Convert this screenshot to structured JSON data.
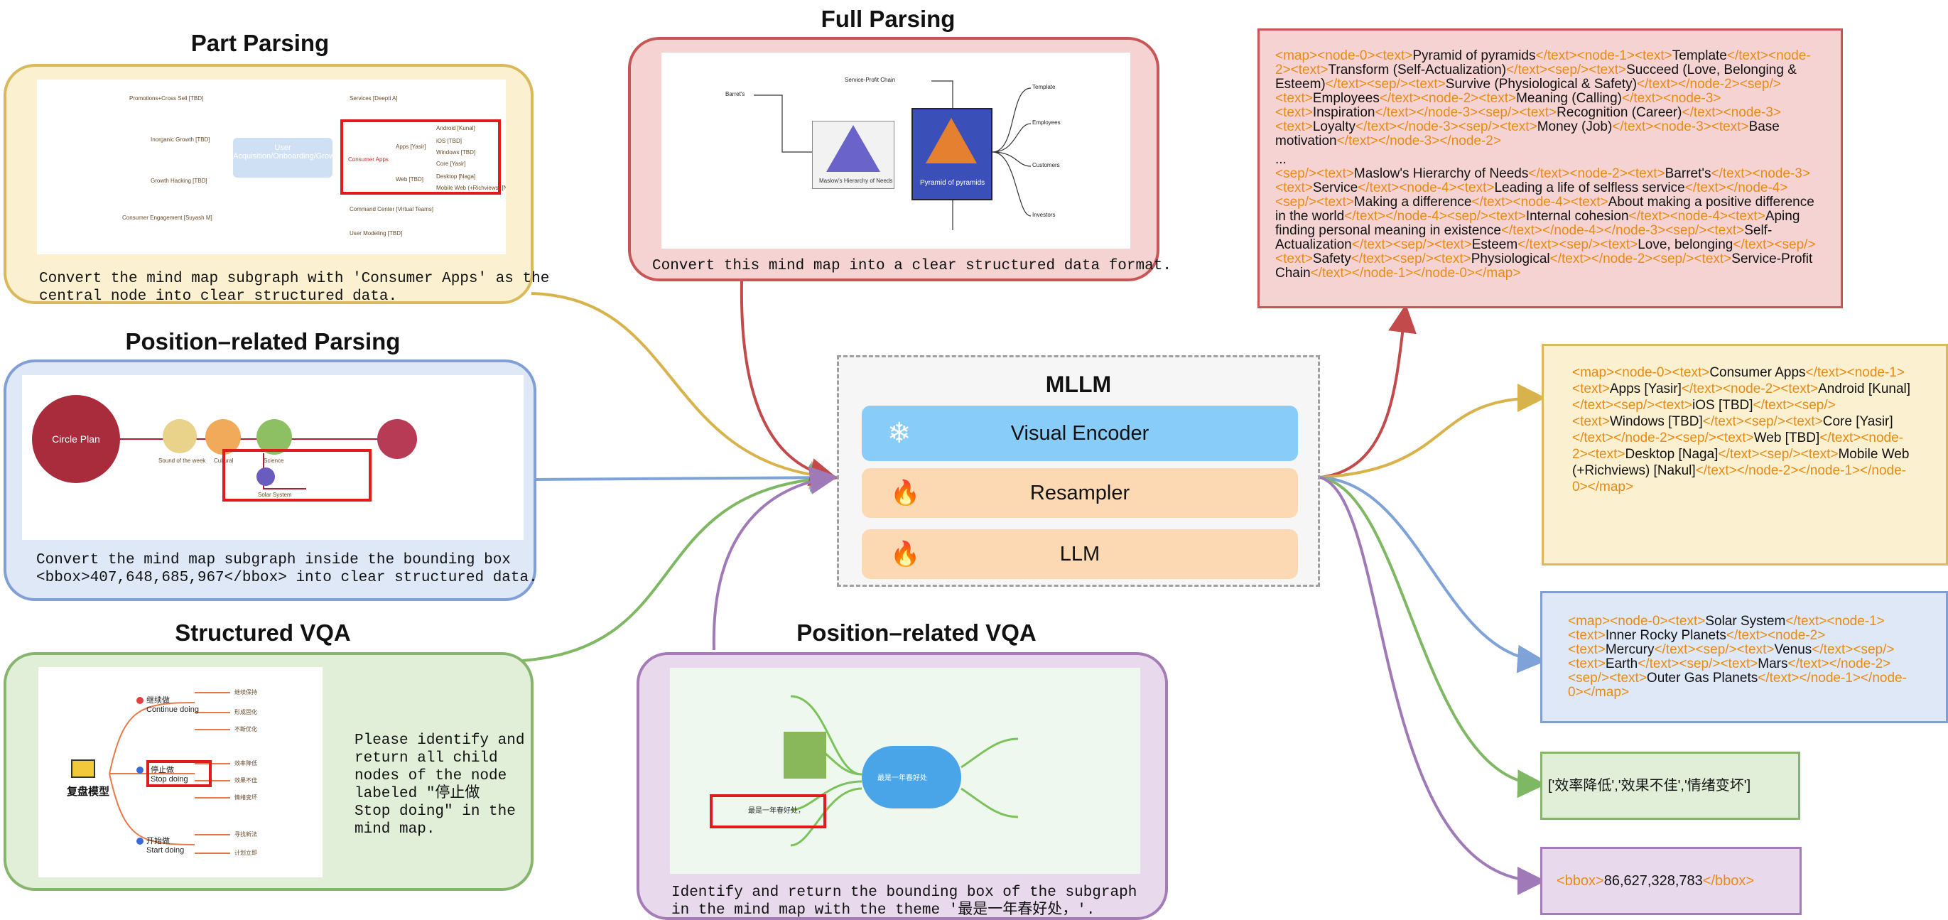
{
  "titles": {
    "part_parsing": "Part Parsing",
    "full_parsing": "Full Parsing",
    "position_parsing": "Position–related Parsing",
    "structured_vqa": "Structured VQA",
    "position_vqa": "Position–related VQA"
  },
  "prompts": {
    "part_parsing": "Convert the mind map subgraph with 'Consumer Apps' as the\ncentral node into clear structured data.",
    "full_parsing": "Convert this mind map into a clear structured data format.",
    "position_parsing": "Convert the mind map subgraph inside the bounding box\n<bbox>407,648,685,967</bbox> into clear structured data.",
    "structured_vqa": "Please identify and\nreturn all child\nnodes of the node\nlabeled \"停止做\nStop doing\" in the\nmind map.",
    "position_vqa": "Identify and return the bounding box of the subgraph\nin the mind map with the theme '最是一年春好处，'."
  },
  "mllm": {
    "title": "MLLM",
    "visual_encoder": "Visual Encoder",
    "resampler": "Resampler",
    "llm": "LLM",
    "frozen_icon": "❄",
    "train_icon": "🔥"
  },
  "outputs": {
    "full": [
      [
        "<map><node-0><text>",
        "Pyramid of pyramids",
        "</text><node-1><text>",
        "Template",
        "</text><node-2><text>",
        "Transform (Self-Actualization)",
        "</text><sep/><text>",
        "Succeed (Love, Belonging & Esteem)",
        "</text><sep/><text>",
        "Survive (Physiological & Safety)",
        "</text></node-2><sep/><text>",
        "Employees",
        "</text><node-2><text>",
        "Meaning (Calling)",
        "</text><node-3><text>",
        "Inspiration",
        "</text></node-3><sep/><text>",
        "Recognition (Career)",
        "</text><node-3><text>",
        "Loyalty",
        "</text></node-3><sep/><text>",
        "Money (Job)",
        "</text><node-3><text>",
        "Base motivation",
        "</text></node-3></node-2>"
      ],
      [
        "..."
      ],
      [
        "<sep/><text>",
        "Maslow's Hierarchy of Needs",
        "</text><node-2><text>",
        "Barret's",
        "</text><node-3><text>",
        "Service",
        "</text><node-4><text>",
        "Leading a life of selfless service",
        "</text></node-4><sep/><text>",
        "Making a difference",
        "</text><node-4><text>",
        "About making a positive difference in the world",
        "</text></node-4><sep/><text>",
        "Internal cohesion",
        "</text><node-4><text>",
        "Aping finding personal meaning in existence",
        "</text></node-4></node-3><sep/><text>",
        "Self-Actualization",
        "</text><sep/><text>",
        "Esteem",
        "</text><sep/><text>",
        "Love, belonging",
        "</text><sep/><text>",
        "Safety",
        "</text><sep/><text>",
        "Physiological",
        "</text></node-2><sep/><text>",
        "Service-Profit Chain",
        "</text></node-1></node-0></map>"
      ]
    ],
    "part": [
      "<map><node-0><text>",
      "Consumer Apps",
      "</text><node-1><text>",
      "Apps [Yasir]",
      "</text><node-2><text>",
      "Android [Kunal]",
      "</text><sep/><text>",
      "iOS [TBD]",
      "</text><sep/><text>",
      "Windows [TBD]",
      "</text><sep/><text>",
      "Core [Yasir]",
      "</text></node-2><sep/><text>",
      "Web [TBD]",
      "</text><node-2><text>",
      "Desktop [Naga]",
      "</text><sep/><text>",
      "Mobile Web (+Richviews) [Nakul]",
      "</text></node-2></node-1></node-0></map>"
    ],
    "position": [
      "<map><node-0><text>",
      "Solar System",
      "</text><node-1><text>",
      "Inner Rocky Planets",
      "</text><node-2><text>",
      "Mercury",
      "</text><sep/><text>",
      "Venus",
      "</text><sep/><text>",
      "Earth",
      "</text><sep/><text>",
      "Mars",
      "</text></node-2><sep/><text>",
      "Outer Gas Planets",
      "</text></node-1></node-0></map>"
    ],
    "vqa": "['效率降低','效果不佳','情绪变坏']",
    "bbox_open": "<bbox>",
    "bbox_value": "86,627,328,783",
    "bbox_close": "</bbox>"
  },
  "thumbnails": {
    "part": {
      "center": "User Acquisition/Onboarding/Growth",
      "left": [
        "Promotions+Cross Sell [TBD]",
        "Inorganic Growth [TBD]",
        "Growth Hacking [TBD]",
        "Consumer Engagement [Suyash M]"
      ],
      "right": [
        "Services [Deepti A]",
        "Consumer Apps",
        "Command Center [Virtual Teams]",
        "User Modeling [TBD]"
      ],
      "apps": [
        "Apps [Yasir]",
        "Web [TBD]",
        "Android [Kunal]",
        "iOS [TBD]",
        "Windows [TBD]",
        "Core [Yasir]",
        "Desktop [Naga]",
        "Mobile Web (+Richviews) [Nakul]"
      ]
    },
    "full": {
      "center": "Pyramid of pyramids",
      "maslow": "Maslow's Hierarchy of Needs",
      "branches": [
        "Template",
        "Employees",
        "Customers",
        "Investors",
        "Service-Profit Chain",
        "Barret's"
      ]
    },
    "position": {
      "root": "Circle Plan",
      "nodes": [
        "Sound of the week",
        "Cultural",
        "Science",
        "Solar System"
      ]
    },
    "structured": {
      "root": "复盘模型",
      "branches": [
        {
          "cn": "继续做",
          "en": "Continue doing",
          "leaves": [
            "继续保持",
            "形成固化",
            "不断优化"
          ]
        },
        {
          "cn": "停止做",
          "en": "Stop doing",
          "leaves": [
            "效率降低",
            "效果不佳",
            "情绪变坏"
          ]
        },
        {
          "cn": "开始做",
          "en": "Start doing",
          "leaves": [
            "寻找新法",
            "计划立即"
          ]
        }
      ]
    },
    "position_vqa": {
      "center": "最是一年春好处",
      "highlight": "最是一年春好处，"
    }
  },
  "colors": {
    "yellow_arrow": "#d8b24a",
    "blue_arrow": "#7fa2d8",
    "green_arrow": "#7fb862",
    "red_arrow": "#c24a4a",
    "purple_arrow": "#a07ab8",
    "tag_orange": "#e88a16"
  }
}
